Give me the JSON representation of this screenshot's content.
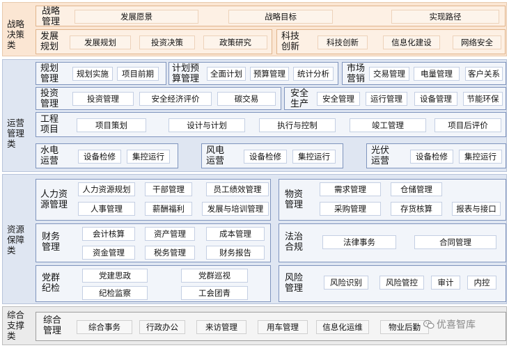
{
  "categories": {
    "strategy": "战略决策类",
    "operations": "运营管理类",
    "resources": "资源保障类",
    "support": "综合支撑类"
  },
  "strategy": {
    "mgmt": {
      "title": "战略管理",
      "items": [
        "发展愿景",
        "战略目标",
        "实现路径"
      ]
    },
    "devplan": {
      "title": "发展规划",
      "items": [
        "发展规划",
        "投资决策",
        "政策研究"
      ]
    },
    "tech": {
      "title": "科技创新",
      "items": [
        "科技创新",
        "信息化建设",
        "网络安全"
      ]
    }
  },
  "operations": {
    "planning": {
      "title": "规划管理",
      "items": [
        "规划实施",
        "项目前期"
      ]
    },
    "budget": {
      "title": "计划预算管理",
      "items": [
        "全面计划",
        "预算管理",
        "统计分析"
      ]
    },
    "market": {
      "title": "市场营销",
      "items": [
        "交易管理",
        "电量管理",
        "客户关系"
      ]
    },
    "invest": {
      "title": "投资管理",
      "items": [
        "投资管理",
        "安全经济评价",
        "碳交易"
      ]
    },
    "safety": {
      "title": "安全生产",
      "items": [
        "安全管理",
        "运行管理",
        "设备管理",
        "节能环保"
      ]
    },
    "project": {
      "title": "工程项目",
      "items": [
        "项目策划",
        "设计与计划",
        "执行与控制",
        "竣工管理",
        "项目后评价"
      ]
    },
    "hydro": {
      "title": "水电运营",
      "items": [
        "设备检修",
        "集控运行"
      ]
    },
    "wind": {
      "title": "风电运营",
      "items": [
        "设备检修",
        "集控运行"
      ]
    },
    "pv": {
      "title": "光伏运营",
      "items": [
        "设备检修",
        "集控运行"
      ]
    }
  },
  "resources": {
    "hr": {
      "title": "人力资源管理",
      "items": [
        "人力资源规划",
        "干部管理",
        "员工绩效管理",
        "人事管理",
        "薪酬福利",
        "发展与培训管理"
      ]
    },
    "materials": {
      "title": "物资管理",
      "items": [
        "需求管理",
        "仓储管理",
        "采购管理",
        "存货核算",
        "报表与接口"
      ]
    },
    "finance": {
      "title": "财务管理",
      "items": [
        "会计核算",
        "资产管理",
        "成本管理",
        "资金管理",
        "税务管理",
        "财务报告"
      ]
    },
    "legal": {
      "title": "法治合规",
      "items": [
        "法律事务",
        "合同管理"
      ]
    },
    "party": {
      "title": "党群纪检",
      "items": [
        "党建思政",
        "党群巡视",
        "纪检监察",
        "工会团青"
      ]
    },
    "risk": {
      "title": "风险管理",
      "items": [
        "风险识别",
        "风险管控",
        "审计",
        "内控"
      ]
    }
  },
  "support": {
    "general": {
      "title": "综合管理",
      "items": [
        "综合事务",
        "行政办公",
        "来访管理",
        "用车管理",
        "信息化运维",
        "物业后勤"
      ]
    }
  },
  "watermark": "优喜智库",
  "watermark_icon": "wechat-icon"
}
